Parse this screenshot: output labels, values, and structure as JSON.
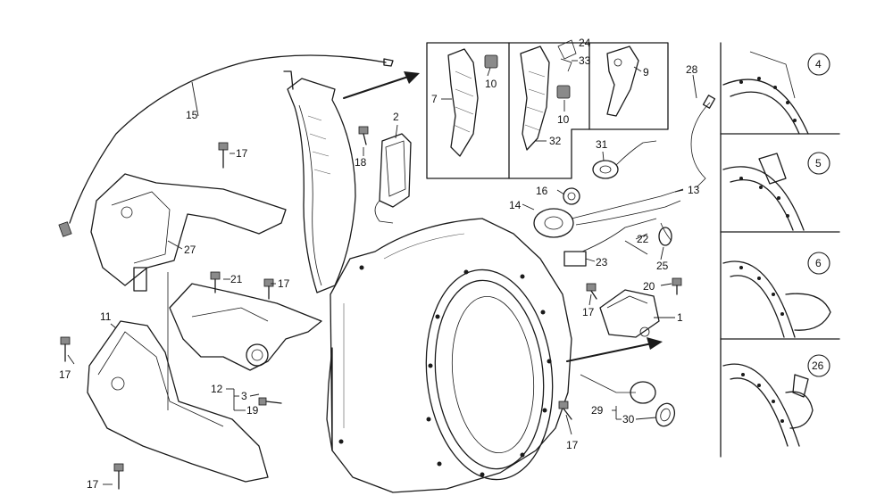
{
  "callouts": {
    "c1": "1",
    "c2": "2",
    "c3": "3",
    "c4": "4",
    "c5": "5",
    "c6": "6",
    "c7": "7",
    "c9": "9",
    "c10a": "10",
    "c10b": "10",
    "c11": "11",
    "c12": "12",
    "c13": "13",
    "c14": "14",
    "c15": "15",
    "c16": "16",
    "c17a": "17",
    "c17b": "17",
    "c17c": "17",
    "c17d": "17",
    "c17e": "17",
    "c17f": "17",
    "c18": "18",
    "c19": "19",
    "c20": "20",
    "c21": "21",
    "c22": "22",
    "c23": "23",
    "c24": "24",
    "c25": "25",
    "c26": "26",
    "c27": "27",
    "c28": "28",
    "c29": "29",
    "c30": "30",
    "c31": "31",
    "c32": "32",
    "c33": "33"
  }
}
